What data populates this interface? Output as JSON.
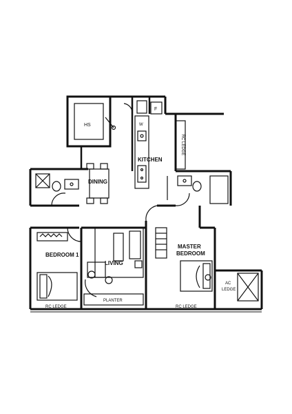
{
  "rooms": {
    "hs": "HS",
    "kitchen": "KITCHEN",
    "dining": "DINING",
    "bedroom1": "BEDROOM 1",
    "living": "LIVING",
    "master_line1": "MASTER",
    "master_line2": "BEDROOM"
  },
  "labels": {
    "rc_ledge_vertical": "RC LEDGE",
    "rc_ledge_left": "RC LEDGE",
    "planter": "PLANTER",
    "rc_ledge_right": "RC LEDGE",
    "ac_line1": "AC",
    "ac_line2": "LEDGE",
    "fridge": "F",
    "washer": "W"
  }
}
